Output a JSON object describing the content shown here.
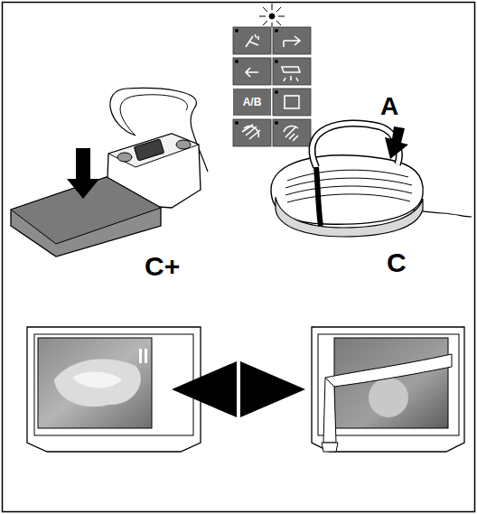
{
  "diagram": {
    "nodes": [
      {
        "text": [
          "A/B"
        ]
      }
    ],
    "labels": [
      "A",
      "C+",
      "C"
    ]
  }
}
